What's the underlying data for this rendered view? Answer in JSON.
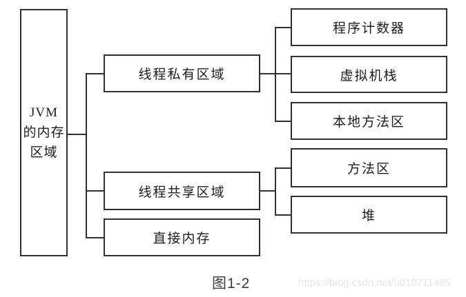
{
  "figure": {
    "caption": "图1-2",
    "watermark": "https://blog.csdn.net/u010711495"
  },
  "colors": {
    "line": "#2f2f2f",
    "text": "#1c1c1c",
    "caption": "#3a3a3a",
    "watermark": "#e2e5e9"
  },
  "tree": {
    "root": {
      "label": "JVM的内存区域",
      "lines": [
        "JVM",
        "的内存",
        "区域"
      ]
    },
    "children": [
      {
        "label": "线程私有区域",
        "children": [
          "程序计数器",
          "虚拟机栈",
          "本地方法区"
        ]
      },
      {
        "label": "线程共享区域",
        "children": [
          "方法区",
          "堆"
        ]
      },
      {
        "label": "直接内存",
        "children": []
      }
    ]
  }
}
